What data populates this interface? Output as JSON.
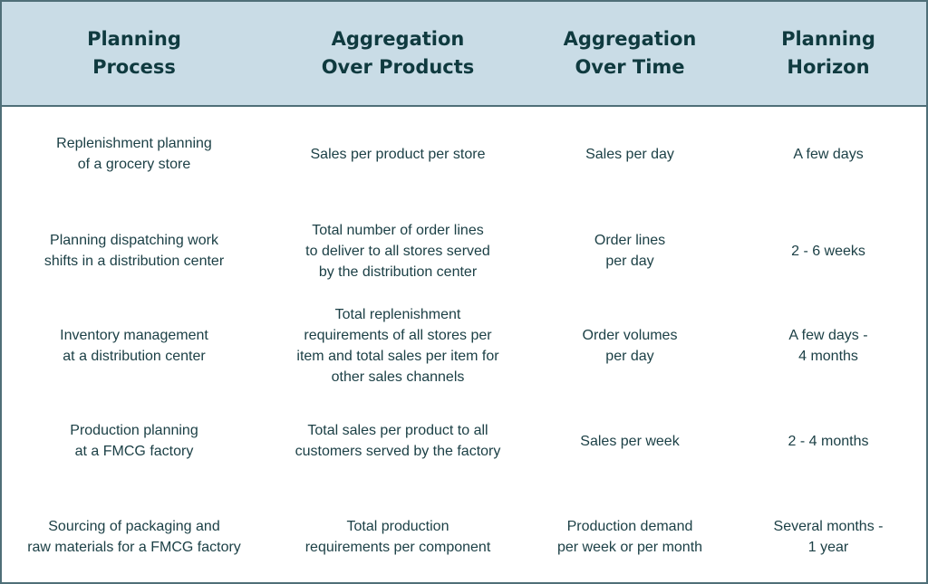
{
  "table": {
    "colors": {
      "header_bg": "#c9dce6",
      "border": "#4f6f78",
      "header_text": "#0f3a3f",
      "body_text": "#1c4046"
    },
    "headers": [
      "Planning\nProcess",
      "Aggregation\nOver Products",
      "Aggregation\nOver Time",
      "Planning\nHorizon"
    ],
    "rows": [
      {
        "process": "Replenishment planning\nof a grocery store",
        "products": "Sales per product per store",
        "time": "Sales per day",
        "horizon": "A few days"
      },
      {
        "process": "Planning dispatching work\nshifts in a distribution center",
        "products": "Total number of order lines\nto deliver to all stores served\nby the distribution center",
        "time": "Order lines\nper day",
        "horizon": "2 - 6 weeks"
      },
      {
        "process": "Inventory management\nat a distribution center",
        "products": "Total replenishment\nrequirements of all stores per\nitem and total sales per item for\nother sales channels",
        "time": "Order volumes\nper day",
        "horizon": "A few days -\n4 months"
      },
      {
        "process": "Production planning\nat a FMCG factory",
        "products": "Total sales per product to all\ncustomers served by the factory",
        "time": "Sales per week",
        "horizon": "2 - 4 months"
      },
      {
        "process": "Sourcing of packaging and\nraw materials for a FMCG factory",
        "products": "Total production\nrequirements per component",
        "time": "Production demand\nper week or per month",
        "horizon": "Several months -\n1 year"
      }
    ]
  }
}
